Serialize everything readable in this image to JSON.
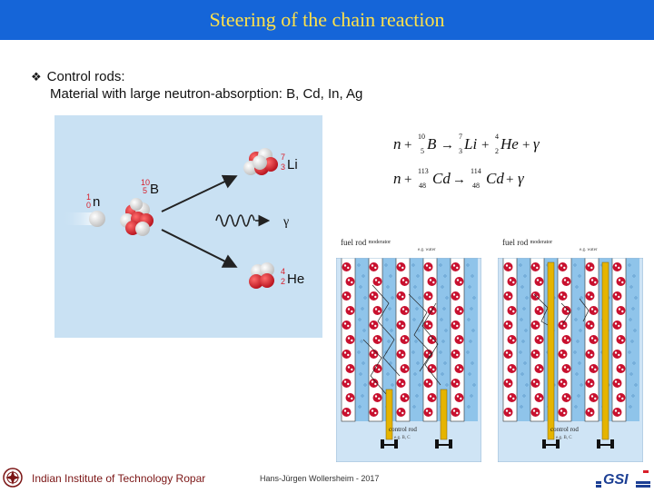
{
  "title": "Steering of the chain reaction",
  "bullet": {
    "line1": "Control rods:",
    "line2": "Material with large neutron-absorption: B, Cd, In, Ag"
  },
  "diagram": {
    "neutron_n": "n",
    "neutron_mass": "1",
    "neutron_z": "0",
    "boron_sym": "B",
    "boron_mass": "10",
    "boron_z": "5",
    "li_sym": "Li",
    "li_mass": "7",
    "li_z": "3",
    "he_sym": "He",
    "he_mass": "4",
    "he_z": "2",
    "gamma": "γ",
    "colors": {
      "panel_bg": "#c9e1f3",
      "proton": "#d81e2a",
      "neutron": "#f1f1f1"
    }
  },
  "equations": {
    "eq1": {
      "n": "n",
      "plus": "+",
      "b_mass": "10",
      "b_z": "5",
      "b": "B",
      "arrow": "→",
      "li_mass": "7",
      "li_z": "3",
      "li": "Li",
      "he_mass": "4",
      "he_z": "2",
      "he": "He",
      "gamma": "γ"
    },
    "eq2": {
      "n": "n",
      "plus": "+",
      "cd_mass": "113",
      "cd_z": "48",
      "cd": "Cd",
      "arrow": "→",
      "cd2_mass": "114",
      "cd2_z": "48",
      "cd2": "Cd",
      "gamma": "γ"
    }
  },
  "reactor_left": {
    "label_fuel": "fuel rod",
    "label_moderator": "moderator",
    "sub": "e.g. water",
    "control_label": "control rod",
    "control_sub": "e.g. B, C"
  },
  "reactor_right": {
    "label_fuel": "fuel rod",
    "label_moderator": "moderator",
    "sub": "e.g. water",
    "control_label": "control rod",
    "control_sub": "e.g. B, C"
  },
  "footer": {
    "left": "Indian Institute of Technology Ropar",
    "center": "Hans-Jürgen Wollersheim - 2017",
    "logo_right": "GSI"
  },
  "colors": {
    "title_bg": "#1565d8",
    "title_text": "#ffe14a",
    "footer_left": "#7b1515"
  }
}
